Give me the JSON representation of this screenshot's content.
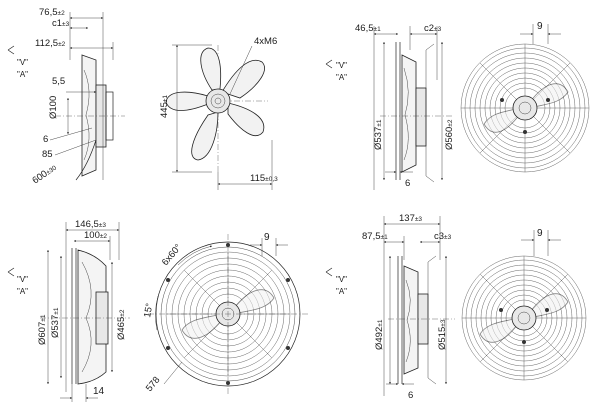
{
  "views": {
    "v1_side": {
      "d76": {
        "v": "76,5",
        "t": "±2"
      },
      "c1": {
        "v": "c1",
        "t": "±3"
      },
      "d112": {
        "v": "112,5",
        "t": "±2"
      },
      "d55": "5,5",
      "d100": "Ø100",
      "d6": "6",
      "d85": "85",
      "d600": {
        "v": "600",
        "t": "±30"
      }
    },
    "v1_front": {
      "m6": "4xM6",
      "d445": {
        "v": "445",
        "t": "±1"
      },
      "d115": {
        "v": "115",
        "t": "±0,3"
      }
    },
    "v2_side": {
      "d46": {
        "v": "46,5",
        "t": "±1"
      },
      "c2": {
        "v": "c2",
        "t": "±3"
      },
      "d537": {
        "v": "Ø537",
        "t": "±1"
      },
      "d560": {
        "v": "Ø560",
        "t": "±2"
      },
      "d6": "6"
    },
    "v2_front": {
      "d9": "9"
    },
    "v3_side": {
      "d146": {
        "v": "146,5",
        "t": "±3"
      },
      "d100": {
        "v": "100",
        "t": "±2"
      },
      "d607": {
        "v": "Ø607",
        "t": "±1"
      },
      "d537": {
        "v": "Ø537",
        "t": "±1"
      },
      "d465": {
        "v": "Ø465",
        "t": "±2"
      },
      "d14": "14"
    },
    "v3_front": {
      "d6x60": "6x60°",
      "d15": "15°",
      "d9": "9",
      "d578": "578"
    },
    "v4_side": {
      "d87": {
        "v": "87,5",
        "t": "±1"
      },
      "d137": {
        "v": "137",
        "t": "±3"
      },
      "c3": {
        "v": "c3",
        "t": "±3"
      },
      "d492": {
        "v": "Ø492",
        "t": "±1"
      },
      "d515": {
        "v": "Ø515",
        "t": "±3"
      },
      "d6": "6"
    },
    "v4_front": {
      "d9": "9"
    }
  },
  "flow": {
    "v": "\"V\"",
    "a": "\"A\""
  }
}
